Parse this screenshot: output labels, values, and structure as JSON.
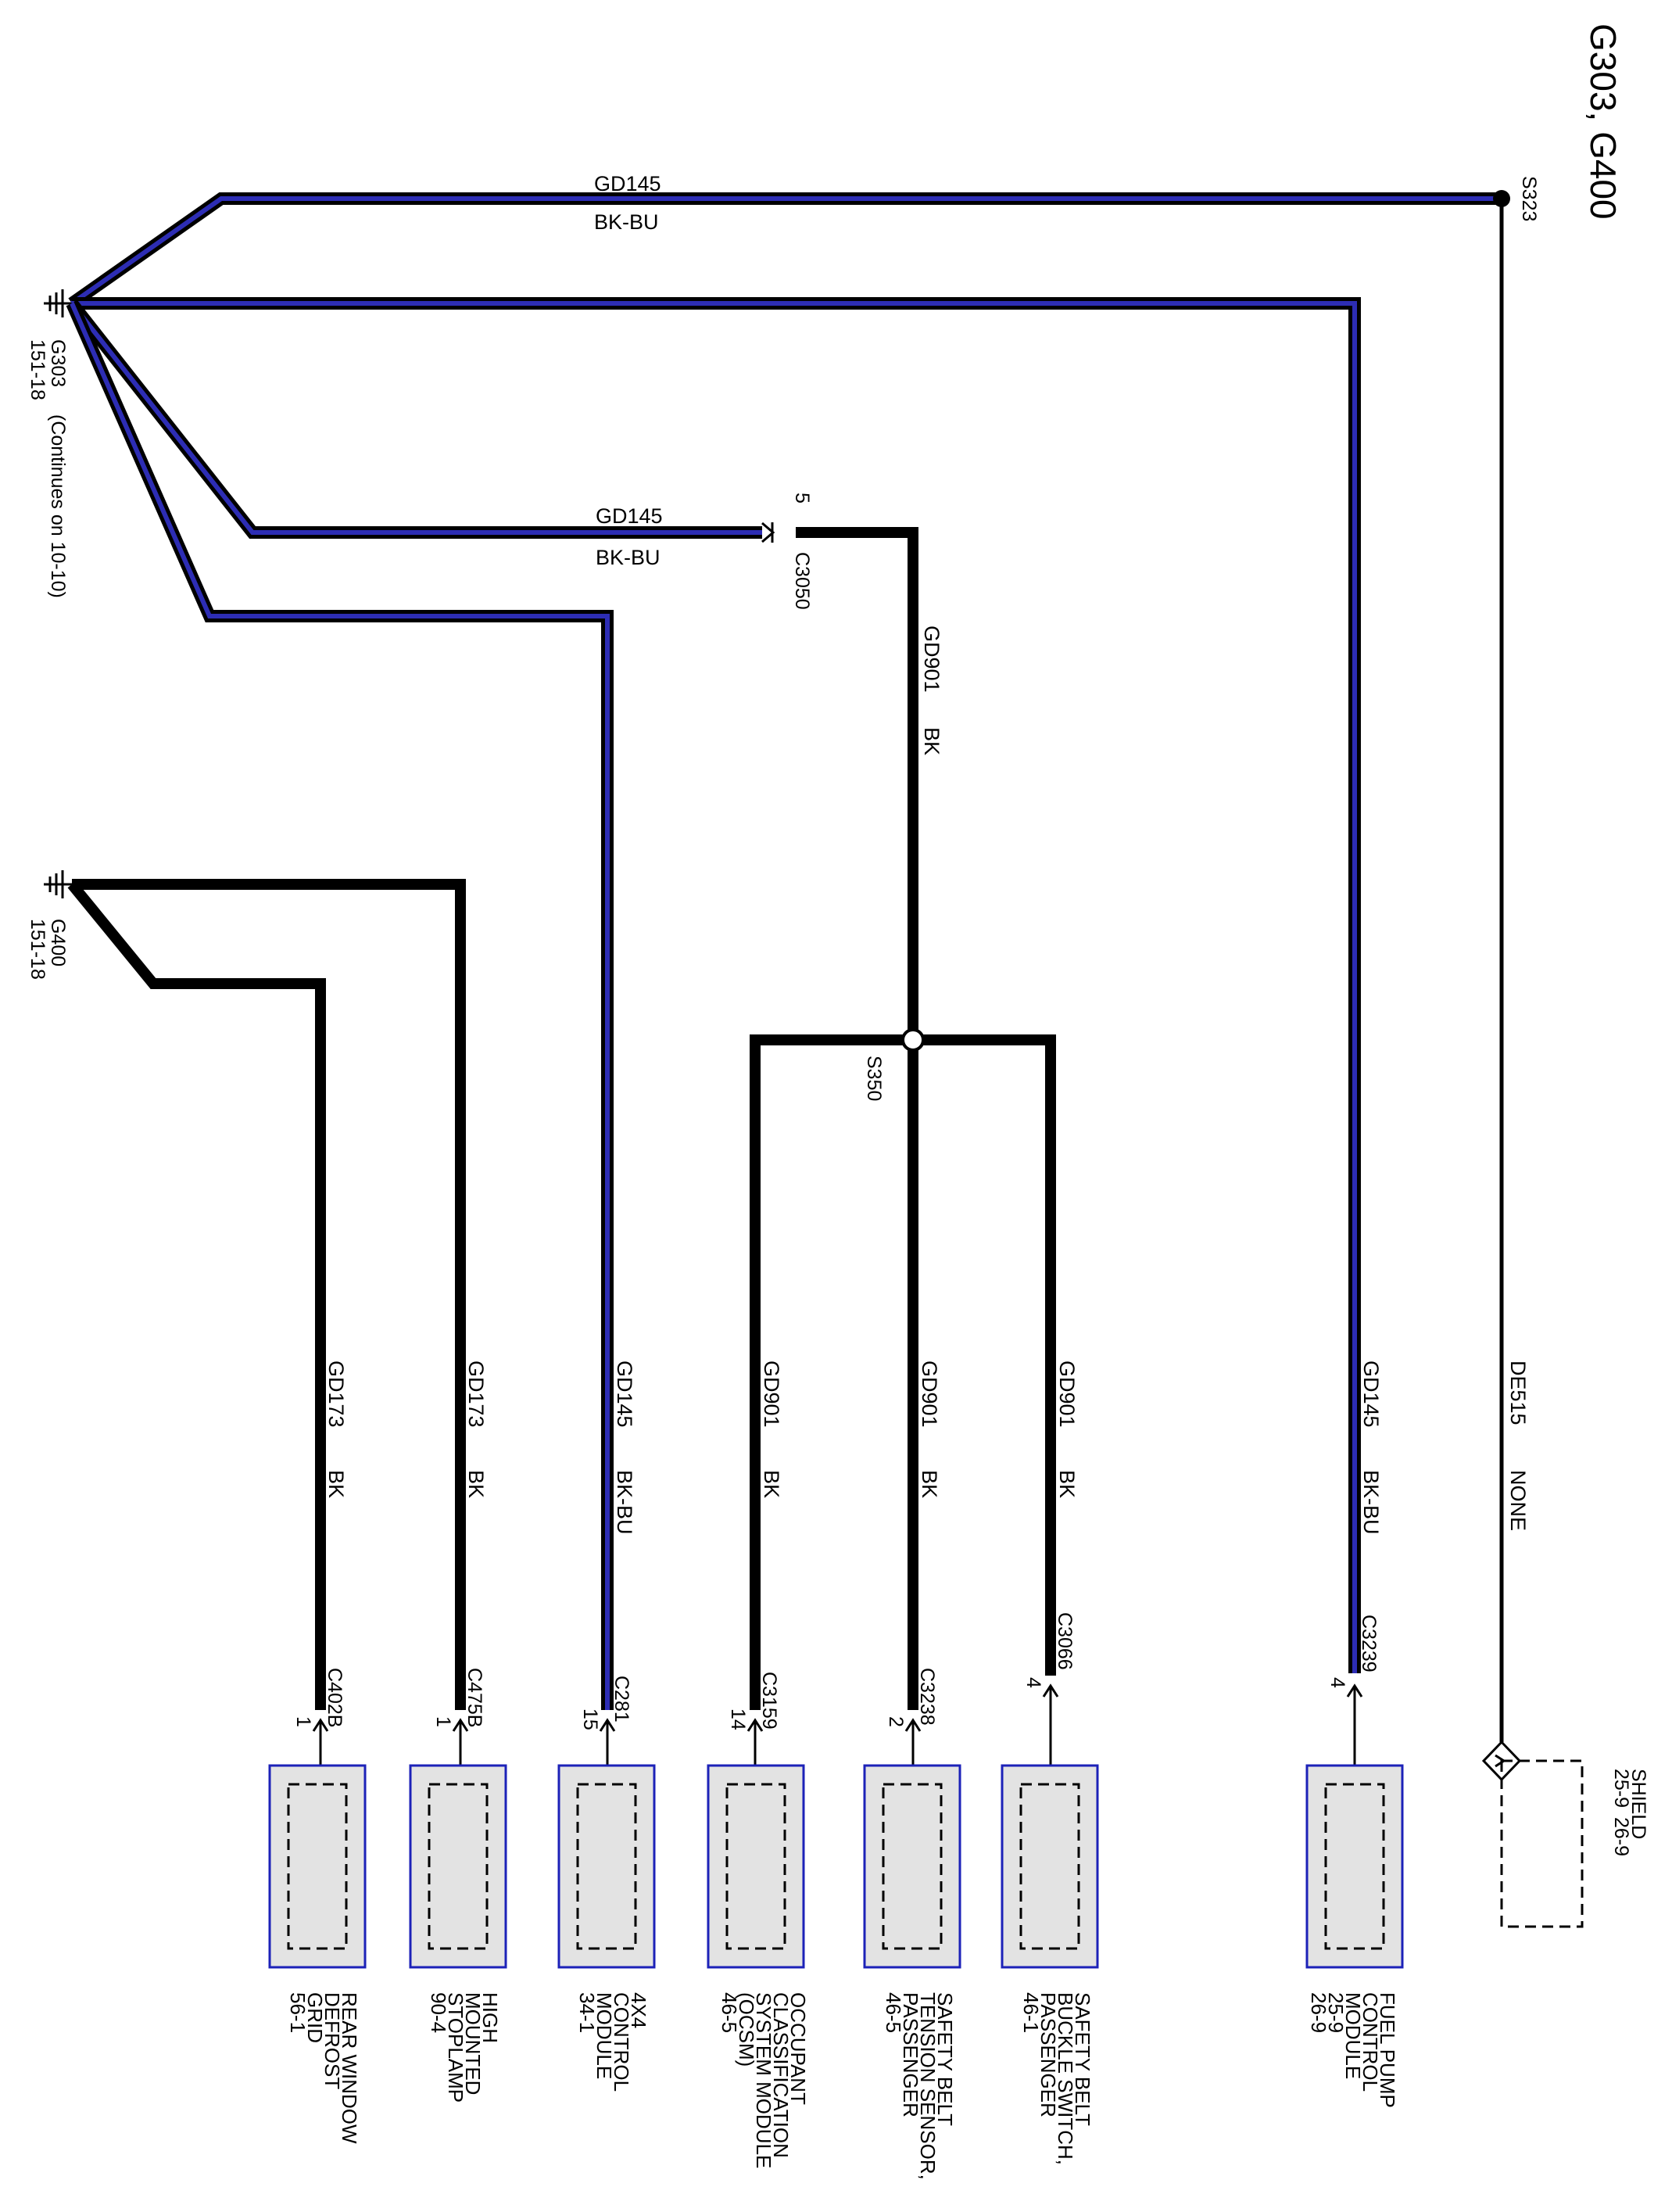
{
  "title": "G303, G400",
  "colors": {
    "wire_black": "#000000",
    "wire_blue": "#2d2db4",
    "module_fill": "#e3e3e3",
    "module_border": "#1c22b8"
  },
  "grounds": [
    {
      "id": "G303",
      "page": "151-18",
      "note": "(Continues on 10-10)"
    },
    {
      "id": "G400",
      "page": "151-18"
    }
  ],
  "splices": {
    "s323": "S323",
    "s350": "S350"
  },
  "connector_c3050": {
    "name": "C3050",
    "pin": "5"
  },
  "shield": {
    "label": "SHIELD",
    "refs_1": "25-9",
    "refs_2": "26-9"
  },
  "top_wires": [
    {
      "circuit": "GD145",
      "color": "BK-BU"
    },
    {
      "circuit": "GD145",
      "color": "BK-BU"
    },
    {
      "circuit": "GD901",
      "color": "BK"
    }
  ],
  "wires": [
    {
      "circuit": "GD173",
      "color": "BK"
    },
    {
      "circuit": "GD173",
      "color": "BK"
    },
    {
      "circuit": "GD145",
      "color": "BK-BU"
    },
    {
      "circuit": "GD901",
      "color": "BK"
    },
    {
      "circuit": "GD901",
      "color": "BK"
    },
    {
      "circuit": "GD901",
      "color": "BK"
    },
    {
      "circuit": "GD145",
      "color": "BK-BU"
    },
    {
      "circuit": "DE515",
      "color": "NONE"
    }
  ],
  "connectors": [
    {
      "name": "C402B",
      "pin": "1"
    },
    {
      "name": "C475B",
      "pin": "1"
    },
    {
      "name": "C281",
      "pin": "15"
    },
    {
      "name": "C3159",
      "pin": "14"
    },
    {
      "name": "C3238",
      "pin": "2"
    },
    {
      "name": "C3066",
      "pin": "4"
    },
    {
      "name": "C3239",
      "pin": "4"
    }
  ],
  "modules": [
    {
      "lines": [
        "REAR WINDOW",
        "DEFROST",
        "GRID",
        "56-1"
      ]
    },
    {
      "lines": [
        "HIGH",
        "MOUNTED",
        "STOPLAMP",
        "90-4"
      ]
    },
    {
      "lines": [
        "4X4",
        "CONTROL",
        "MODULE",
        "34-1"
      ]
    },
    {
      "lines": [
        "OCCUPANT",
        "CLASSIFICATION",
        "SYSTEM MODULE",
        "(OCSM)",
        "46-5"
      ]
    },
    {
      "lines": [
        "SAFETY BELT",
        "TENSION SENSOR,",
        "PASSENGER",
        "46-5"
      ]
    },
    {
      "lines": [
        "SAFETY BELT",
        "BUCKLE SWITCH,",
        "PASSENGER",
        "46-1"
      ]
    },
    {
      "lines": [
        "FUEL PUMP",
        "CONTROL",
        "MODULE",
        "25-9",
        "26-9"
      ]
    }
  ]
}
